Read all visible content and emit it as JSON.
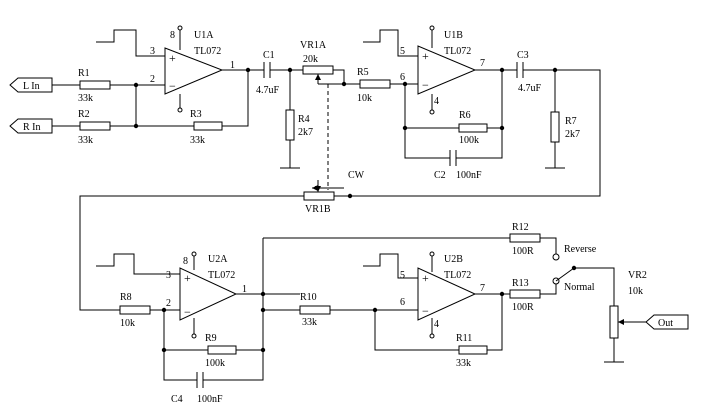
{
  "colors": {
    "ink": "#000000",
    "background": "#ffffff"
  },
  "ports": {
    "l_in": "L In",
    "r_in": "R In",
    "out": "Out"
  },
  "opamps": {
    "u1a": {
      "ref": "U1A",
      "part": "TL072",
      "pin_plus": "3",
      "pin_minus": "2",
      "pin_out": "1",
      "pin_v": "8"
    },
    "u1b": {
      "ref": "U1B",
      "part": "TL072",
      "pin_plus": "5",
      "pin_minus": "6",
      "pin_out": "7",
      "pin_v": "4"
    },
    "u2a": {
      "ref": "U2A",
      "part": "TL072",
      "pin_plus": "3",
      "pin_minus": "2",
      "pin_out": "1",
      "pin_v": "8"
    },
    "u2b": {
      "ref": "U2B",
      "part": "TL072",
      "pin_plus": "5",
      "pin_minus": "6",
      "pin_out": "7",
      "pin_v": "4"
    }
  },
  "signs": {
    "plus": "+",
    "minus": "−"
  },
  "components": {
    "r1": {
      "ref": "R1",
      "value": "33k"
    },
    "r2": {
      "ref": "R2",
      "value": "33k"
    },
    "r3": {
      "ref": "R3",
      "value": "33k"
    },
    "c1": {
      "ref": "C1",
      "value": "4.7uF"
    },
    "vr1a": {
      "ref": "VR1A",
      "value": "20k"
    },
    "r4": {
      "ref": "R4",
      "value": "2k7"
    },
    "r5": {
      "ref": "R5",
      "value": "10k"
    },
    "r6": {
      "ref": "R6",
      "value": "100k"
    },
    "c2": {
      "ref": "C2",
      "value": "100nF"
    },
    "c3": {
      "ref": "C3",
      "value": "4.7uF"
    },
    "r7": {
      "ref": "R7",
      "value": "2k7"
    },
    "vr1b": {
      "ref": "VR1B",
      "direction": "CW"
    },
    "r8": {
      "ref": "R8",
      "value": "10k"
    },
    "r9": {
      "ref": "R9",
      "value": "100k"
    },
    "c4": {
      "ref": "C4",
      "value": "100nF"
    },
    "r10": {
      "ref": "R10",
      "value": "33k"
    },
    "r11": {
      "ref": "R11",
      "value": "33k"
    },
    "r12": {
      "ref": "R12",
      "value": "100R"
    },
    "r13": {
      "ref": "R13",
      "value": "100R"
    },
    "vr2": {
      "ref": "VR2",
      "value": "10k"
    }
  },
  "switch": {
    "reverse": "Reverse",
    "normal": "Normal"
  }
}
